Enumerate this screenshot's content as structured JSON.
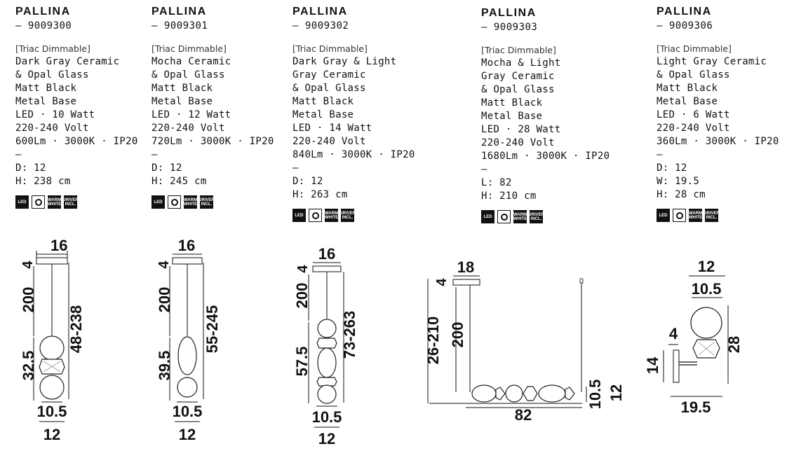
{
  "products": [
    {
      "title": "PALLINA",
      "code": "— 9009300",
      "dim_label": "[Triac Dimmable]",
      "specs": [
        "Dark Gray Ceramic",
        "& Opal Glass",
        "Matt Black",
        "Metal Base",
        "LED · 10 Watt",
        "220-240 Volt",
        "600Lm · 3000K · IP20",
        "—",
        "D: 12",
        "H: 238 cm"
      ],
      "icons": [
        "LED",
        "dim-icon",
        "WARM WHITE",
        "DRIVER INCL."
      ],
      "drawing": {
        "top": "16",
        "cap": "4",
        "cable": "200",
        "body": "32.5",
        "total": "48-238",
        "inner": "10.5",
        "outer": "12"
      }
    },
    {
      "title": "PALLINA",
      "code": "— 9009301",
      "dim_label": "[Triac Dimmable]",
      "specs": [
        "Mocha Ceramic",
        "& Opal Glass",
        "Matt Black",
        "Metal Base",
        "LED · 12 Watt",
        "220-240 Volt",
        "720Lm · 3000K · IP20",
        "—",
        "D: 12",
        "H: 245 cm"
      ],
      "icons": [
        "LED",
        "dim-icon",
        "WARM WHITE",
        "DRIVER INCL."
      ],
      "drawing": {
        "top": "16",
        "cap": "4",
        "cable": "200",
        "body": "39.5",
        "total": "55-245",
        "inner": "10.5",
        "outer": "12"
      }
    },
    {
      "title": "PALLINA",
      "code": "— 9009302",
      "dim_label": "[Triac Dimmable]",
      "specs": [
        "Dark Gray & Light",
        "Gray Ceramic",
        "& Opal Glass",
        "Matt Black",
        "Metal Base",
        "LED · 14 Watt",
        "220-240 Volt",
        "840Lm · 3000K · IP20",
        "—",
        "D: 12",
        "H: 263 cm"
      ],
      "icons": [
        "LED",
        "dim-icon",
        "WARM WHITE",
        "DRIVER INCL."
      ],
      "drawing": {
        "top": "16",
        "cap": "4",
        "cable": "200",
        "body": "57.5",
        "total": "73-263",
        "inner": "10.5",
        "outer": "12"
      }
    },
    {
      "title": "PALLINA",
      "code": "— 9009303",
      "dim_label": "[Triac Dimmable]",
      "specs": [
        "Mocha & Light",
        "Gray Ceramic",
        "& Opal Glass",
        "Matt Black",
        "Metal Base",
        "LED · 28 Watt",
        "220-240 Volt",
        "1680Lm · 3000K · IP20",
        "—",
        "L: 82",
        "H: 210 cm"
      ],
      "icons": [
        "LED",
        "dim-icon",
        "WARM WHITE",
        "DRIVER INCL."
      ],
      "drawing": {
        "top": "18",
        "cap": "4",
        "total": "26-210",
        "cable": "200",
        "length": "82",
        "h1": "10.5",
        "h2": "12"
      }
    },
    {
      "title": "PALLINA",
      "code": "— 9009306",
      "dim_label": "[Triac Dimmable]",
      "specs": [
        "Light Gray Ceramic",
        "& Opal Glass",
        "Matt Black",
        "Metal Base",
        "LED ·  6 Watt",
        "220-240 Volt",
        "360Lm · 3000K · IP20",
        "—",
        "D: 12",
        "W: 19.5",
        "H: 28 cm"
      ],
      "icons": [
        "LED",
        "dim-icon",
        "WARM WHITE",
        "DRIVER INCL."
      ],
      "drawing": {
        "outer": "12",
        "inner": "10.5",
        "arm": "4",
        "plate": "14",
        "height": "28",
        "width": "19.5"
      }
    }
  ]
}
